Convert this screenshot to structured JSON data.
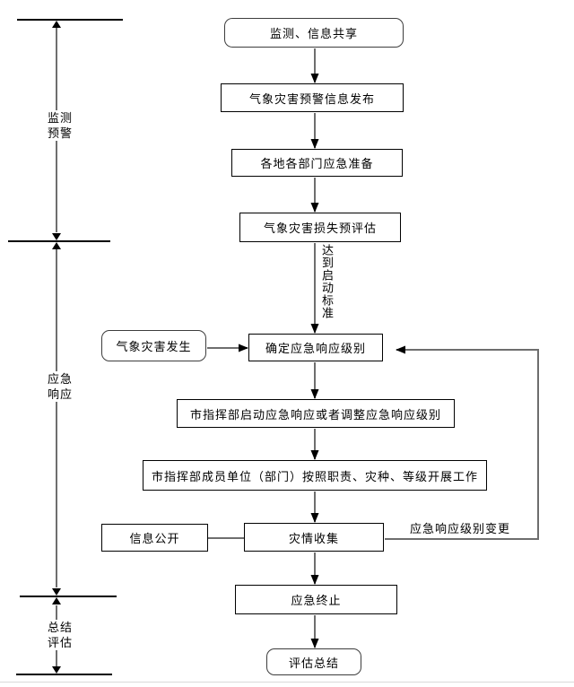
{
  "diagram": {
    "phases": [
      {
        "line1": "监测",
        "line2": "预警"
      },
      {
        "line1": "应急",
        "line2": "响应"
      },
      {
        "line1": "总结",
        "line2": "评估"
      }
    ],
    "nodes": {
      "monitor_share": "监测、信息共享",
      "warning_release": "气象灾害预警信息发布",
      "emergency_prep": "各地各部门应急准备",
      "loss_preassess": "气象灾害损失预评估",
      "disaster_occurs": "气象灾害发生",
      "determine_level": "确定应急响应级别",
      "start_or_adjust": "市指挥部启动应急响应或者调整应急响应级别",
      "members_work": "市指挥部成员单位（部门）按照职责、灾种、等级开展工作",
      "info_public": "信息公开",
      "disaster_collect": "灾情收集",
      "emergency_end": "应急终止",
      "eval_summary": "评估总结"
    },
    "edge_labels": {
      "reach_standard": "达到启动标准",
      "level_change": "应急响应级别变更"
    }
  }
}
